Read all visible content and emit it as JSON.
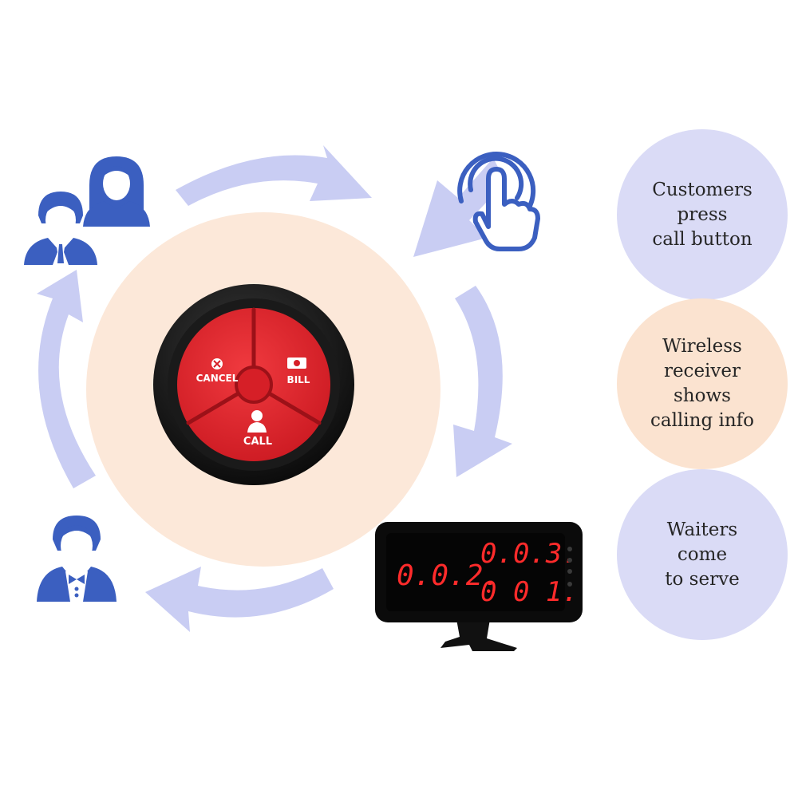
{
  "steps": [
    {
      "text": "Customers\npress\ncall button"
    },
    {
      "text": "Wireless\nreceiver\nshows\ncalling info"
    },
    {
      "text": "Waiters\ncome\nto serve"
    }
  ],
  "call_button": {
    "cancel_label": "CANCEL",
    "bill_label": "BILL",
    "call_label": "CALL"
  },
  "receiver": {
    "left_number": "0.0.2.",
    "right_top_number": "0.0.3.",
    "right_bottom_number": "0 0 1."
  },
  "icons": {
    "customers": "customers-icon",
    "touch": "touch-hand-icon",
    "waiter": "waiter-icon"
  },
  "colors": {
    "icon_blue": "#3b5fc0",
    "arrow_lavender": "#c9cdf3",
    "center_peach": "#fce8d9",
    "button_red": "#e0242c",
    "led_red": "#ff2b2b"
  }
}
